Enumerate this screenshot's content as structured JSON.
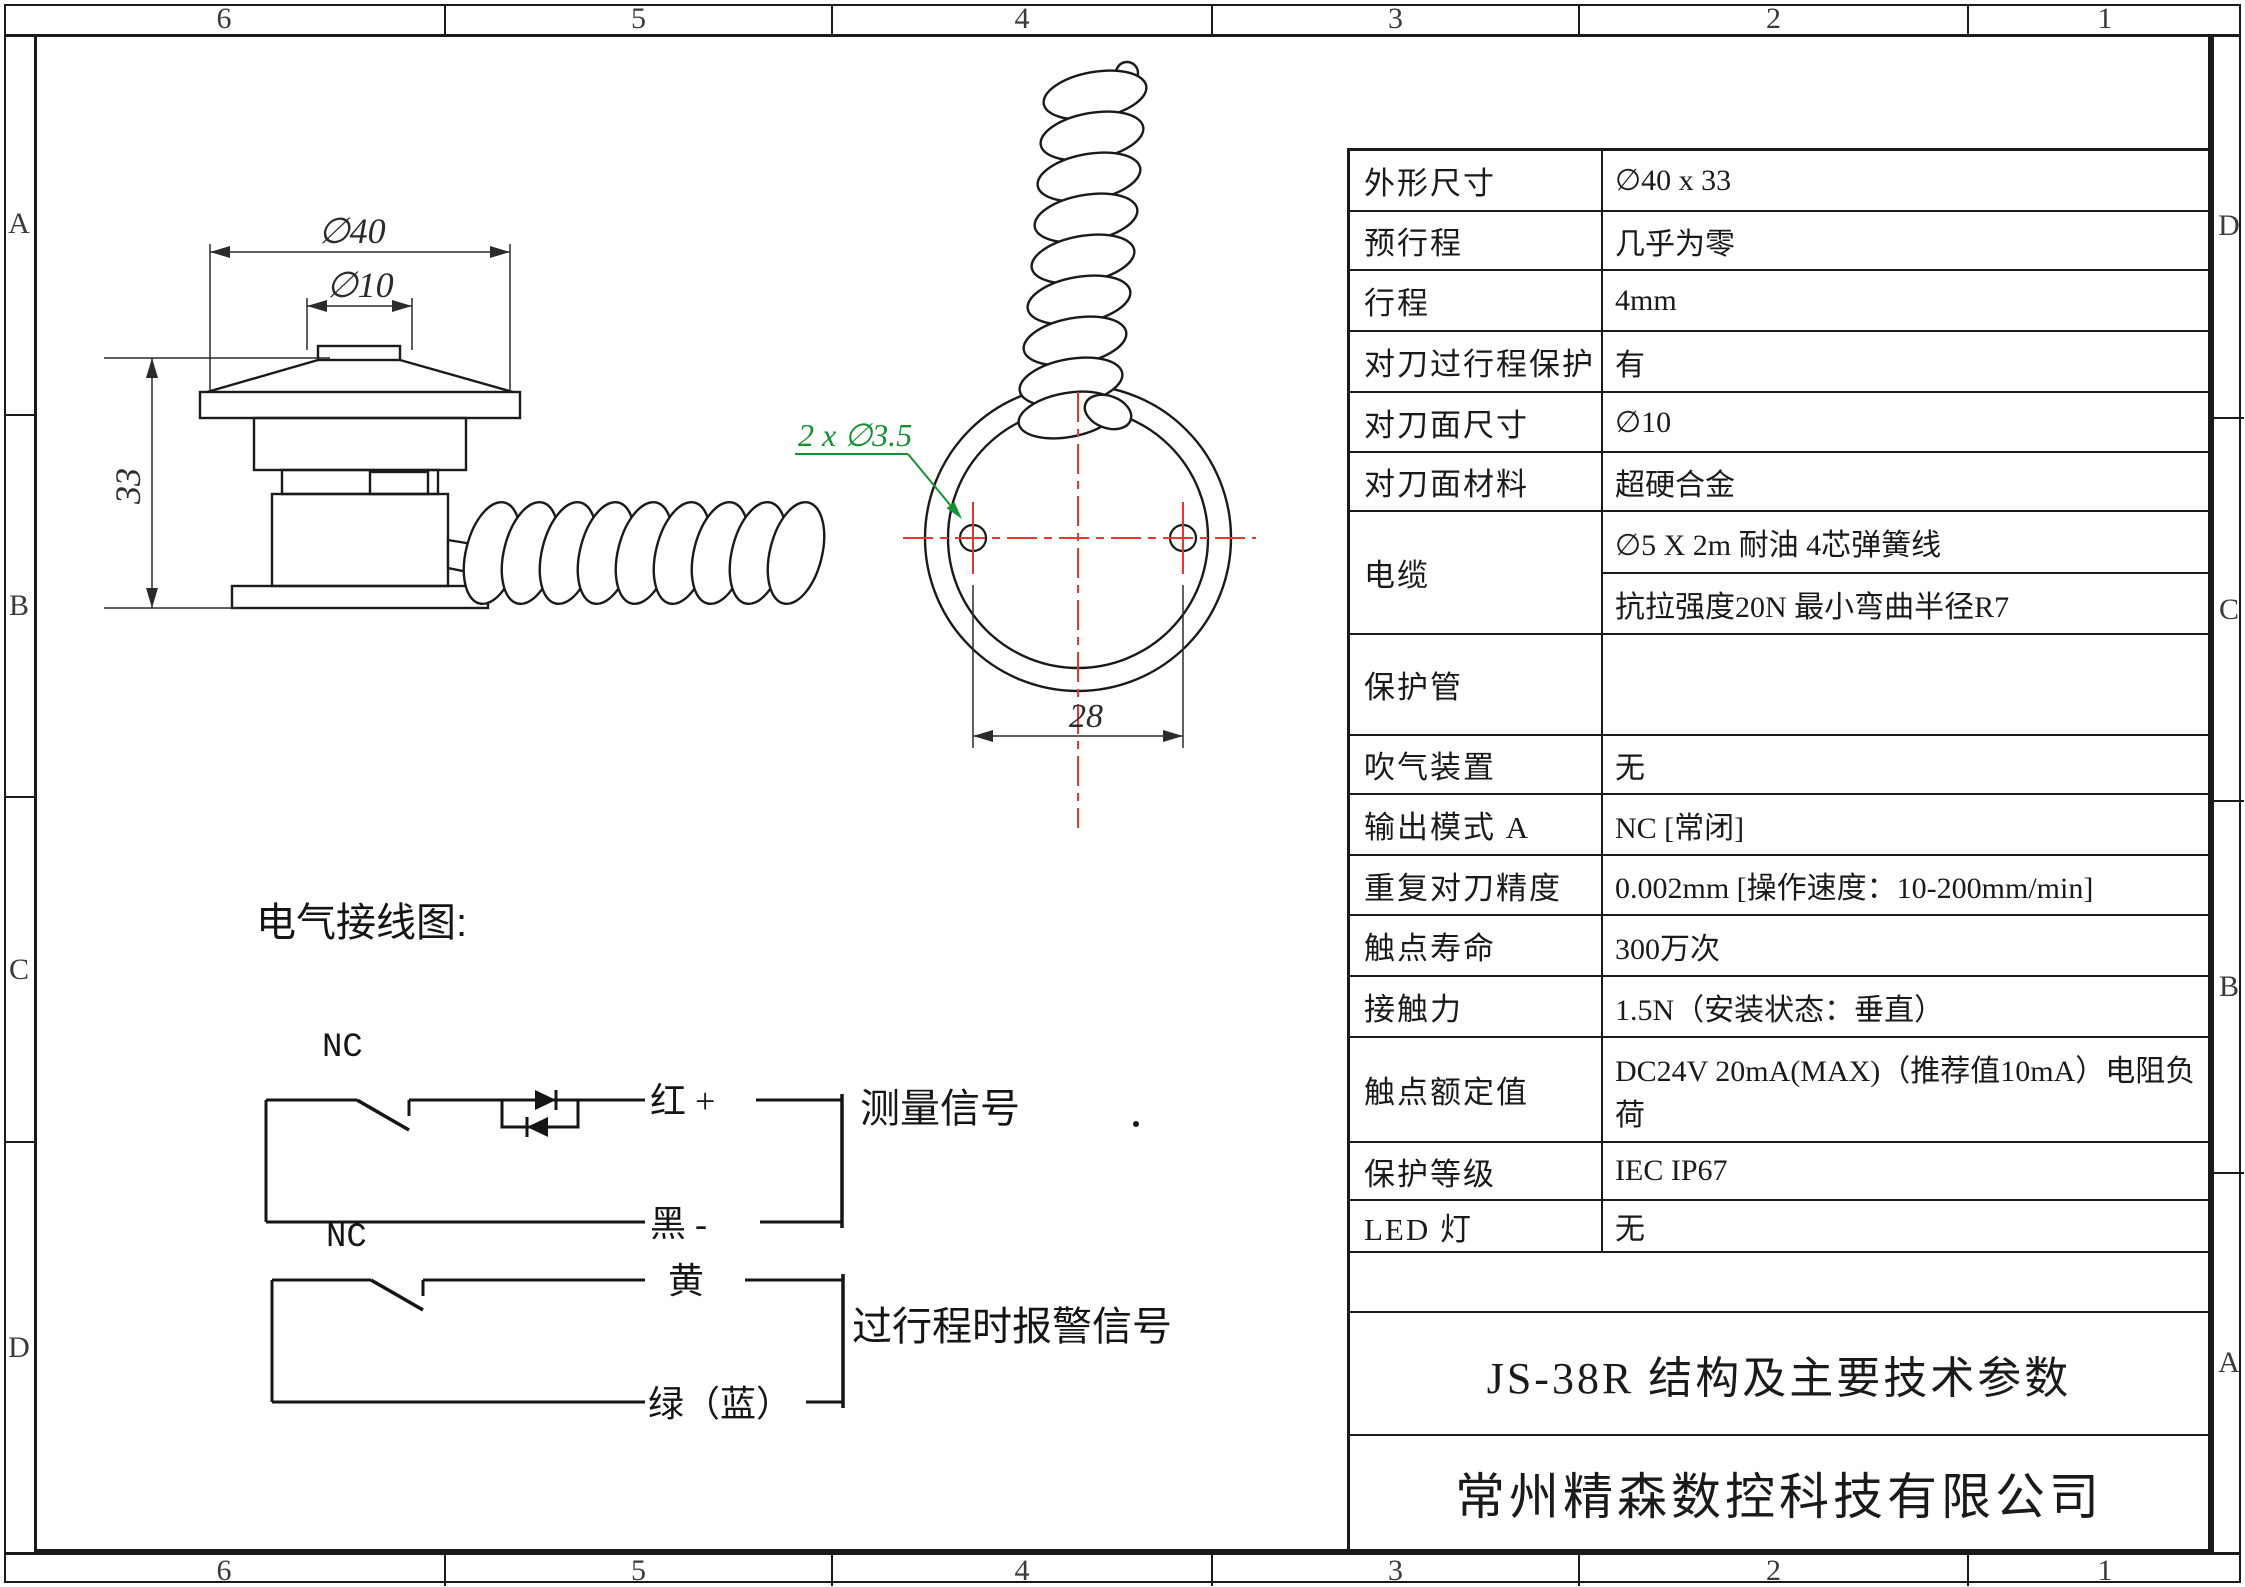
{
  "border": {
    "top_labels": [
      "6",
      "5",
      "4",
      "3",
      "2",
      "1"
    ],
    "bottom_labels": [
      "6",
      "5",
      "4",
      "3",
      "2",
      "1"
    ],
    "left_labels": [
      "A",
      "B",
      "C",
      "D"
    ],
    "right_labels": [
      "D",
      "C",
      "B",
      "A"
    ]
  },
  "side_view": {
    "dim_outer": "∅40",
    "dim_face": "∅10",
    "dim_height": "33"
  },
  "top_view": {
    "holes_note": "2 x ∅3.5",
    "dim_spacing": "28"
  },
  "wiring": {
    "heading": "电气接线图:",
    "nc1": "NC",
    "nc2": "NC",
    "red_plus": "红 +",
    "black_minus": "黑 -",
    "yellow": "黄",
    "green_blue": "绿（蓝）",
    "signal_measure": "测量信号",
    "signal_alarm": "过行程时报警信号"
  },
  "spec_table": {
    "rows": [
      {
        "label": "外形尺寸",
        "value": "∅40 x 33"
      },
      {
        "label": "预行程",
        "value": "几乎为零"
      },
      {
        "label": "行程",
        "value": "4mm"
      },
      {
        "label": "对刀过行程保护",
        "value": "有"
      },
      {
        "label": "对刀面尺寸",
        "value": "∅10"
      },
      {
        "label": "对刀面材料",
        "value": "超硬合金"
      },
      {
        "label": "保护管",
        "value": ""
      },
      {
        "label": "吹气装置",
        "value": "无"
      },
      {
        "label": "输出模式 A",
        "value": "NC [常闭]"
      },
      {
        "label": "重复对刀精度",
        "value": "0.002mm [操作速度：10-200mm/min]"
      },
      {
        "label": "触点寿命",
        "value": "300万次"
      },
      {
        "label": "接触力",
        "value": "1.5N（安装状态：垂直）"
      },
      {
        "label": "触点额定值",
        "value": "DC24V 20mA(MAX)（推荐值10mA）电阻负荷"
      },
      {
        "label": "保护等级",
        "value": "IEC IP67"
      },
      {
        "label": "LED 灯",
        "value": "无"
      }
    ],
    "cable": {
      "label": "电缆",
      "values": [
        "∅5 X 2m 耐油 4芯弹簧线",
        "抗拉强度20N 最小弯曲半径R7"
      ]
    },
    "title": "JS-38R 结构及主要技术参数",
    "company": "常州精森数控科技有限公司"
  },
  "colors": {
    "line": "#1a1a1a",
    "centerline_red": "#e8372c",
    "leader_green": "#149132"
  }
}
